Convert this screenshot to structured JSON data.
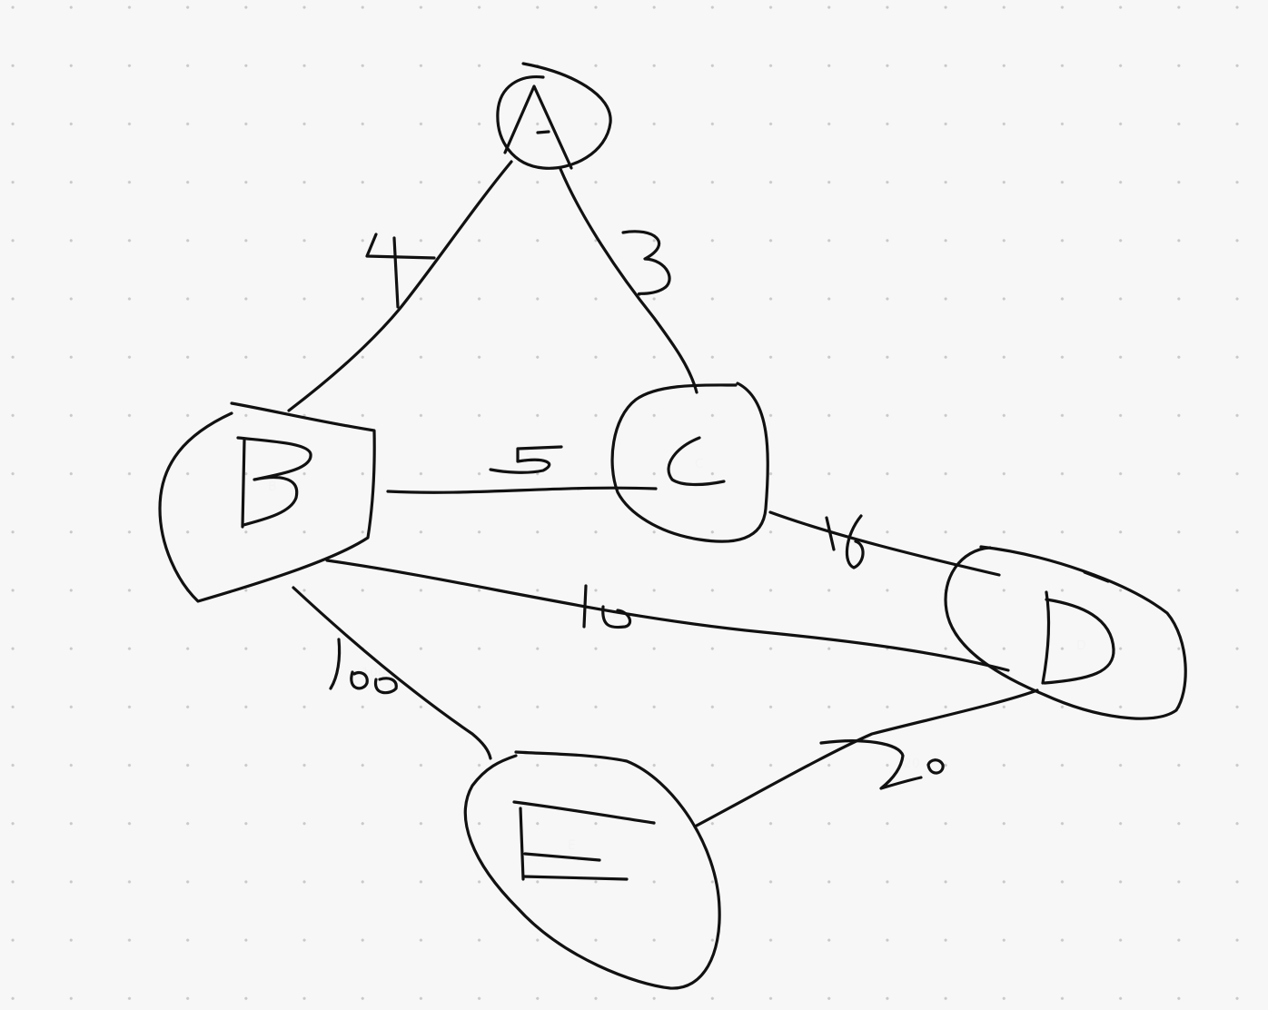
{
  "diagram": {
    "nodes": [
      {
        "id": "A",
        "label": "A"
      },
      {
        "id": "B",
        "label": "B"
      },
      {
        "id": "C",
        "label": "C"
      },
      {
        "id": "D",
        "label": "D"
      },
      {
        "id": "E",
        "label": "E"
      }
    ],
    "edges": [
      {
        "from": "A",
        "to": "B",
        "weight": "4"
      },
      {
        "from": "A",
        "to": "C",
        "weight": "3"
      },
      {
        "from": "B",
        "to": "C",
        "weight": "5"
      },
      {
        "from": "C",
        "to": "D",
        "weight": "16"
      },
      {
        "from": "B",
        "to": "D",
        "weight": "10"
      },
      {
        "from": "B",
        "to": "E",
        "weight": "100"
      },
      {
        "from": "E",
        "to": "D",
        "weight": "20"
      }
    ]
  },
  "colors": {
    "ink": "#111111",
    "background": "#f7f7f7",
    "grid_dots": "#c9c9c9"
  }
}
